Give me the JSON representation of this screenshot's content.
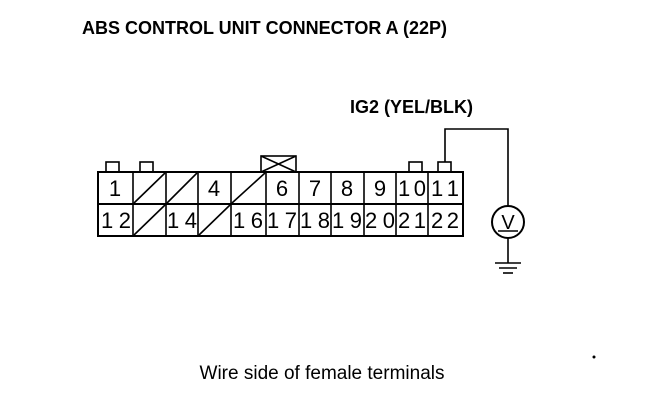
{
  "title": "ABS CONTROL UNIT CONNECTOR A (22P)",
  "signal_label": "IG2 (YEL/BLK)",
  "caption": "Wire side of female terminals",
  "meter_symbol": "V",
  "connector": {
    "top_row": [
      "1",
      "",
      "",
      "4",
      "",
      "6",
      "7",
      "8",
      "9",
      "10",
      "11"
    ],
    "bottom_row": [
      "12",
      "",
      "14",
      "",
      "16",
      "17",
      "18",
      "19",
      "20",
      "21",
      "22"
    ],
    "probe_terminal": "11"
  }
}
